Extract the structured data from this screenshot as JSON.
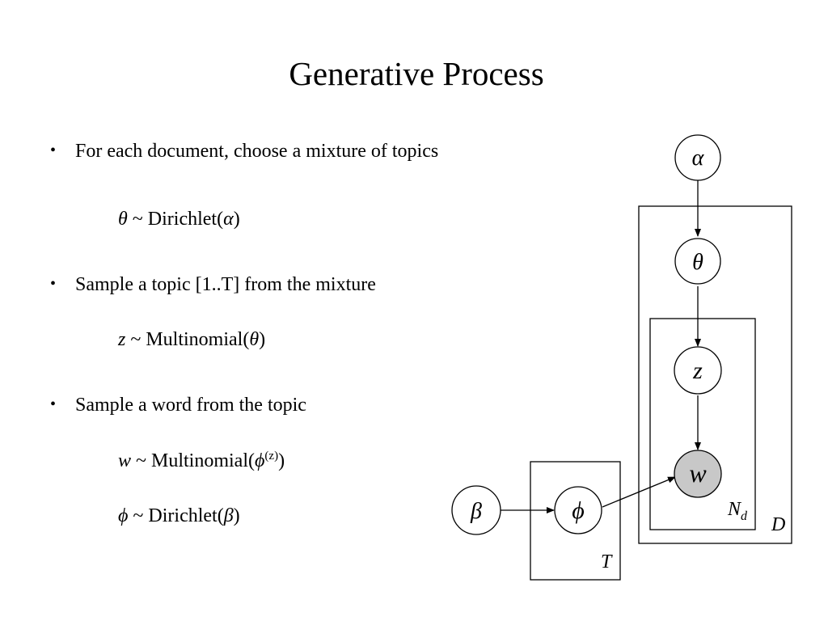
{
  "slide": {
    "title": "Generative Process"
  },
  "bullets": [
    {
      "text": "For each document, choose a mixture of topics",
      "formulas": [
        {
          "lhs": "θ",
          "rhs_before": " ~ Dirichlet(",
          "arg": "α",
          "rhs_after": ")"
        }
      ]
    },
    {
      "text": "Sample a topic [1..T]  from the mixture",
      "formulas": [
        {
          "lhs": "z",
          "rhs_before": " ~ Multinomial(",
          "arg": "θ",
          "rhs_after": ")"
        }
      ]
    },
    {
      "text": "Sample a word from the topic",
      "formulas": [
        {
          "lhs": "w",
          "rhs_before": " ~ Multinomial(",
          "arg": "ϕ",
          "sup": "(z)",
          "rhs_after": ")"
        },
        {
          "lhs": "ϕ",
          "rhs_before": " ~ Dirichlet(",
          "arg": "β",
          "rhs_after": ")"
        }
      ]
    }
  ],
  "bullet_symbol": "•",
  "diagram": {
    "nodes": {
      "alpha": {
        "label": "α",
        "observed": false
      },
      "theta": {
        "label": "θ",
        "observed": false
      },
      "z": {
        "label": "z",
        "observed": false
      },
      "w": {
        "label": "w",
        "observed": true
      },
      "beta": {
        "label": "β",
        "observed": false
      },
      "phi": {
        "label": "ϕ",
        "observed": false
      }
    },
    "plates": {
      "documents": {
        "label": "D"
      },
      "words": {
        "label": "N",
        "label_sub": "d"
      },
      "topics": {
        "label": "T"
      }
    },
    "edges": [
      [
        "alpha",
        "theta"
      ],
      [
        "theta",
        "z"
      ],
      [
        "z",
        "w"
      ],
      [
        "beta",
        "phi"
      ],
      [
        "phi",
        "w"
      ]
    ],
    "colors": {
      "observed_fill": "#c8c8c8",
      "latent_fill": "#ffffff",
      "stroke": "#000000"
    }
  }
}
